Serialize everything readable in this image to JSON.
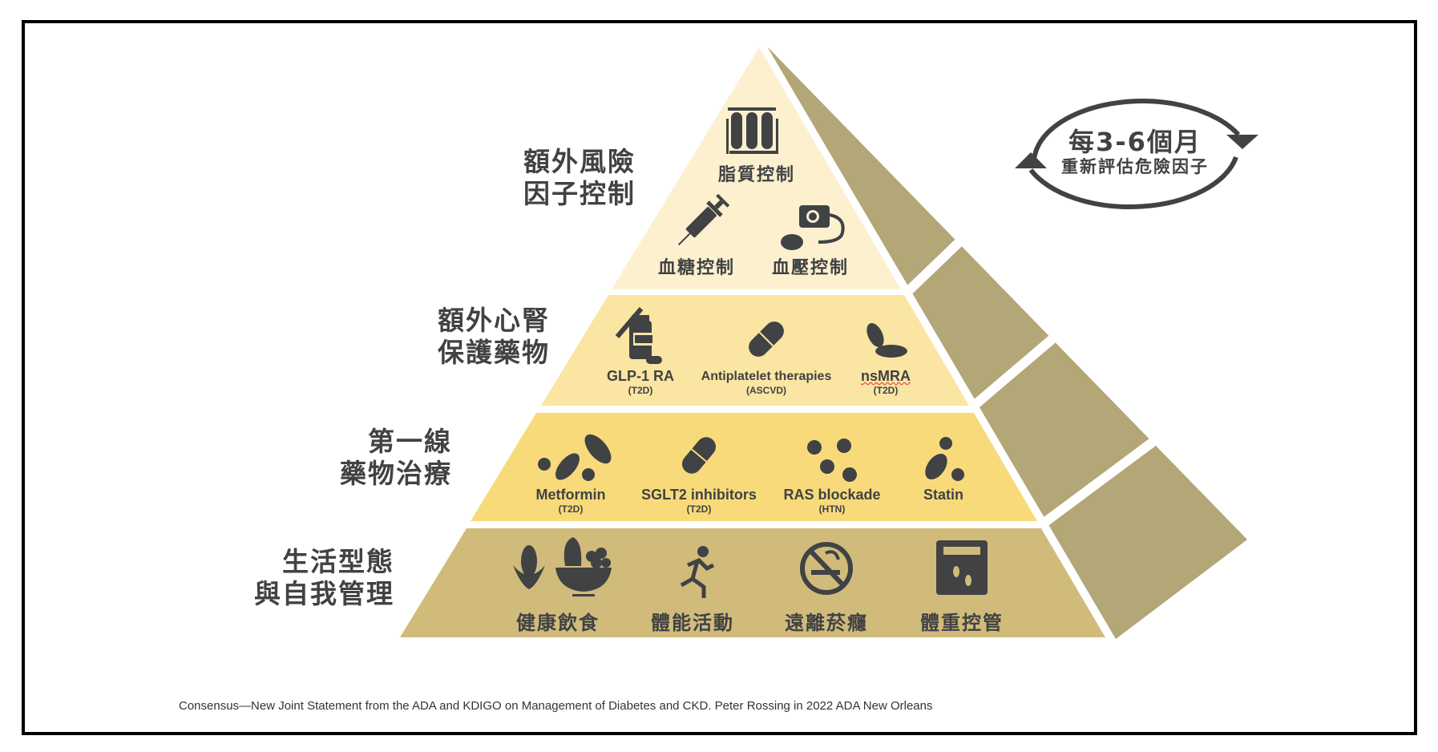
{
  "colors": {
    "tier1": "#fcf0cf",
    "tier2": "#fae5a2",
    "tier3": "#f8da7b",
    "tier4": "#d1bb7b",
    "side": "#b3a677",
    "ink": "#404244"
  },
  "cycle": {
    "line1": "每3-6個月",
    "line2": "重新評估危險因子"
  },
  "tiers": [
    {
      "label": [
        "額外風險",
        "因子控制"
      ],
      "items": [
        {
          "name": "脂質控制",
          "icon": "test-tubes-icon"
        },
        {
          "name": "血糖控制",
          "icon": "syringe-icon"
        },
        {
          "name": "血壓控制",
          "icon": "blood-pressure-monitor-icon"
        }
      ]
    },
    {
      "label": [
        "額外心腎",
        "保護藥物"
      ],
      "items": [
        {
          "name": "GLP-1 RA",
          "sub": "(T2D)",
          "icon": "injection-bottle-icon"
        },
        {
          "name": "Antiplatelet therapies",
          "sub": "(ASCVD)",
          "icon": "capsule-icon"
        },
        {
          "name": "nsMRA",
          "sub": "(T2D)",
          "icon": "tablets-icon"
        }
      ]
    },
    {
      "label": [
        "第一線",
        "藥物治療"
      ],
      "items": [
        {
          "name": "Metformin",
          "sub": "(T2D)",
          "icon": "pills-icon"
        },
        {
          "name": "SGLT2 inhibitors",
          "sub": "(T2D)",
          "icon": "capsule-icon"
        },
        {
          "name": "RAS blockade",
          "sub": "(HTN)",
          "icon": "round-tablets-icon"
        },
        {
          "name": "Statin",
          "icon": "statin-pills-icon"
        }
      ]
    },
    {
      "label": [
        "生活型態",
        "與自我管理"
      ],
      "items": [
        {
          "name": "健康飲食",
          "icon": "fruit-bowl-icon"
        },
        {
          "name": "體能活動",
          "icon": "running-person-icon"
        },
        {
          "name": "遠離菸癮",
          "icon": "no-smoking-icon"
        },
        {
          "name": "體重控管",
          "icon": "scale-icon"
        }
      ]
    }
  ],
  "footer": "Consensus—New Joint Statement from the ADA and KDIGO on Management of Diabetes and CKD. Peter Rossing in 2022 ADA New Orleans"
}
